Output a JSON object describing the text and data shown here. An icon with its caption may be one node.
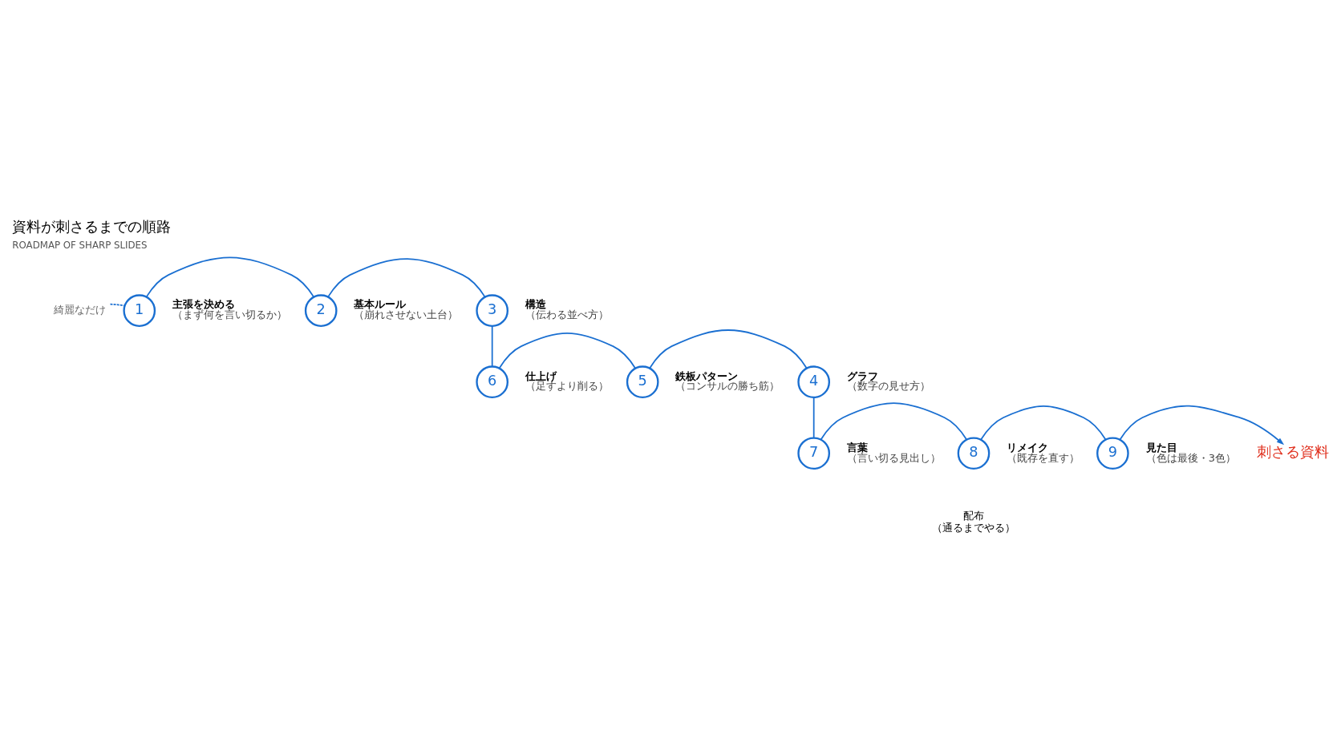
{
  "diagram": {
    "title": "資料が刺さるまでの順路",
    "nodes": [
      {
        "text": [
          "綺麗なだけ"
        ]
      },
      {
        "text": [
          "1"
        ],
        "beside": [
          "主張を決める",
          "（まず何を言い切るか）"
        ]
      },
      {
        "text": [
          "2"
        ],
        "beside": [
          "基本ルール",
          "（崩れさせない土台）"
        ]
      },
      {
        "text": [
          "3"
        ],
        "beside": [
          "構造",
          "（伝わる並べ方）"
        ]
      },
      {
        "text": [
          "4"
        ],
        "beside": [
          "グラフ",
          "（数字の見せ方）"
        ]
      },
      {
        "text": [
          "5"
        ],
        "beside": [
          "鉄板パターン",
          "（コンサルの勝ち筋）"
        ]
      },
      {
        "text": [
          "6"
        ],
        "beside": [
          "仕上げ",
          "（足すより削る）"
        ]
      },
      {
        "text": [
          "7"
        ],
        "beside": [
          "言葉",
          "（言い切る見出し）"
        ]
      },
      {
        "text": [
          "8"
        ],
        "beside": [
          "リメイク",
          "（既存を直す）"
        ]
      },
      {
        "text": [
          "9"
        ],
        "beside": [
          "見た目",
          "（色は最後・3色）"
        ]
      },
      {
        "text": [
          "刺さる資料"
        ]
      }
    ],
    "edges": [
      {
        "from": 0,
        "to": 1,
        "arrow": "none",
        "style": "dashed"
      },
      {
        "from": 1,
        "to": 2,
        "arrow": "none"
      },
      {
        "from": 2,
        "to": 3,
        "arrow": "none"
      },
      {
        "from": 3,
        "to": 6,
        "arrow": "none"
      },
      {
        "from": 6,
        "to": 5,
        "arrow": "none"
      },
      {
        "from": 5,
        "to": 4,
        "arrow": "none"
      },
      {
        "from": 4,
        "to": 7,
        "arrow": "none"
      },
      {
        "from": 7,
        "to": 8,
        "arrow": "none"
      },
      {
        "from": 8,
        "to": 9,
        "arrow": "none"
      },
      {
        "from": 9,
        "to": 10,
        "arrow": "to"
      }
    ],
    "labels": [
      "ROADMAP OF SHARP SLIDES",
      "配布",
      "（通るまでやる）"
    ]
  }
}
